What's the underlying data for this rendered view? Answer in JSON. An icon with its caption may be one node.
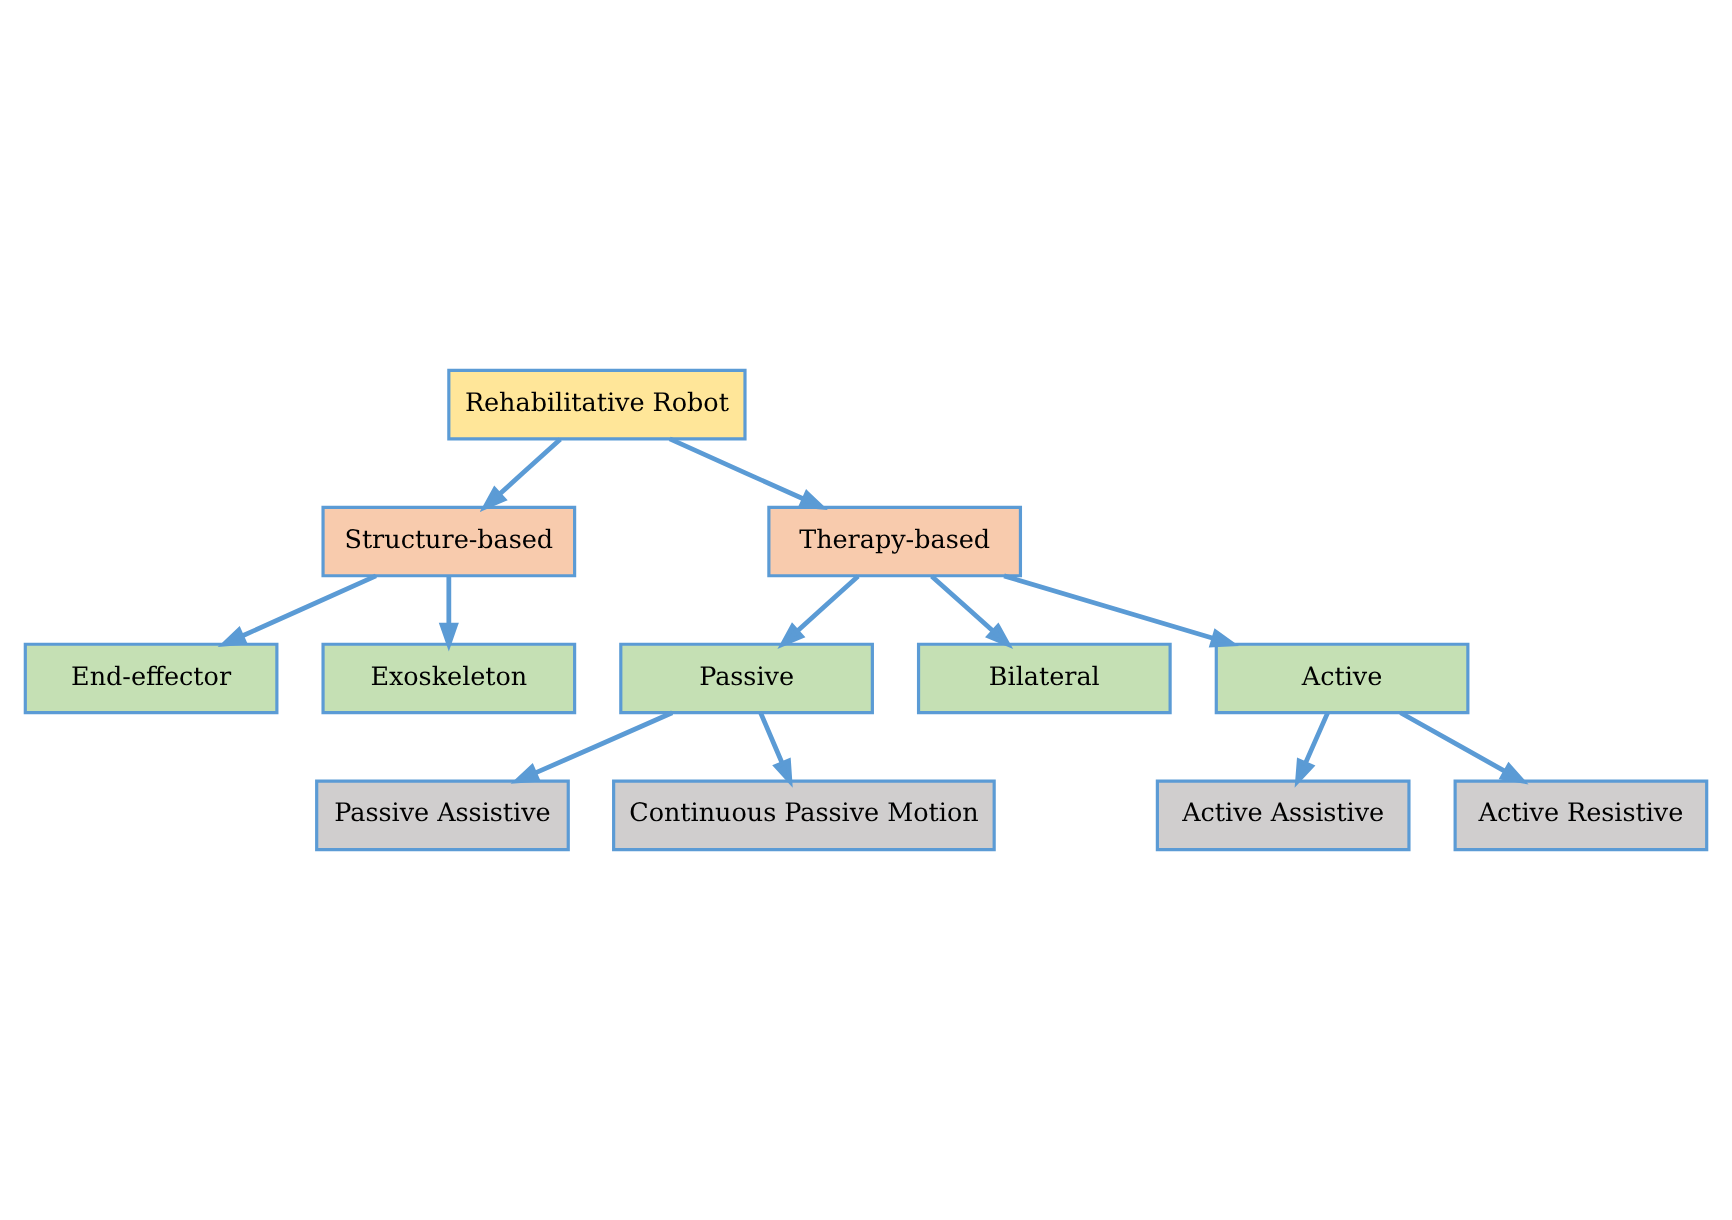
{
  "diagram": {
    "nodes": [
      {
        "text": [
          "Rehabilitative Robot"
        ]
      },
      {
        "text": [
          "Structure-based"
        ]
      },
      {
        "text": [
          "Therapy-based"
        ]
      },
      {
        "text": [
          "End-effector"
        ]
      },
      {
        "text": [
          "Exoskeleton"
        ]
      },
      {
        "text": [
          "Passive"
        ]
      },
      {
        "text": [
          "Bilateral"
        ]
      },
      {
        "text": [
          "Active"
        ]
      },
      {
        "text": [
          "Passive Assistive"
        ]
      },
      {
        "text": [
          "Continuous Passive Motion"
        ]
      },
      {
        "text": [
          "Active Assistive"
        ]
      },
      {
        "text": [
          "Active Resistive"
        ]
      }
    ],
    "edges": [
      {
        "from": 0,
        "to": 1,
        "arrow": "to"
      },
      {
        "from": 0,
        "to": 2,
        "arrow": "to"
      },
      {
        "from": 1,
        "to": 3,
        "arrow": "to"
      },
      {
        "from": 1,
        "to": 4,
        "arrow": "to"
      },
      {
        "from": 2,
        "to": 5,
        "arrow": "to"
      },
      {
        "from": 2,
        "to": 6,
        "arrow": "to"
      },
      {
        "from": 2,
        "to": 7,
        "arrow": "to"
      },
      {
        "from": 5,
        "to": 8,
        "arrow": "to"
      },
      {
        "from": 5,
        "to": 9,
        "arrow": "to"
      },
      {
        "from": 7,
        "to": 10,
        "arrow": "to"
      },
      {
        "from": 7,
        "to": 11,
        "arrow": "to"
      }
    ]
  }
}
